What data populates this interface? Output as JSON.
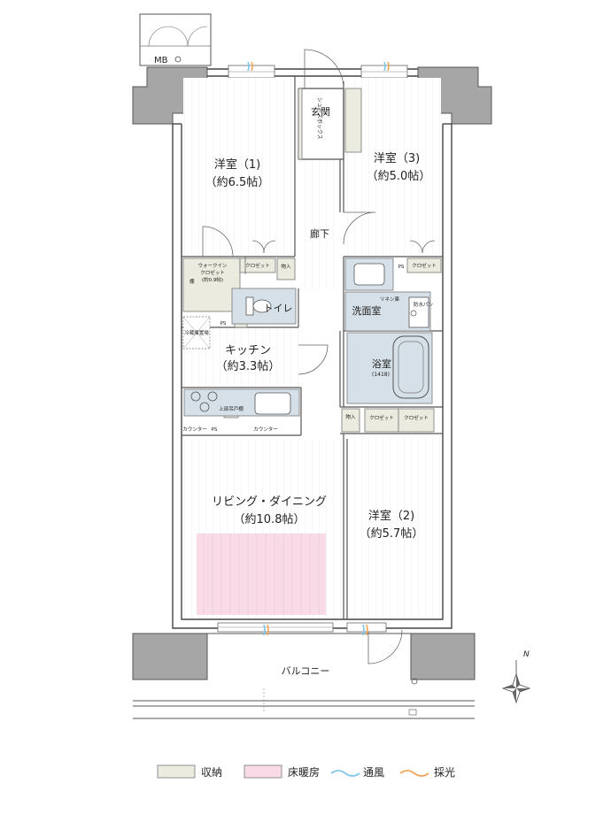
{
  "rooms": {
    "youshitsu1": {
      "name": "洋室（1)",
      "size": "（約6.5帖）"
    },
    "youshitsu3": {
      "name": "洋室（3)",
      "size": "（約5.0帖）"
    },
    "youshitsu2": {
      "name": "洋室（2)",
      "size": "（約5.7帖）"
    },
    "kitchen": {
      "name": "キッチン",
      "size": "（約3.3帖）"
    },
    "living": {
      "name": "リビング・ダイニング",
      "size": "（約10.8帖）"
    },
    "genkan": "玄関",
    "rouka": "廊下",
    "toilet": "トイレ",
    "senmen": "洗面室",
    "yokushitsu": "浴室",
    "yokushitsu_size": "(1418)",
    "balcony": "バルコニー"
  },
  "labels": {
    "mb": "MB",
    "shoebox": "シューズボックス",
    "walkin_closet": "ウォークイン",
    "walkin_closet2": "クロゼット",
    "walkin_size": "(約0.9帖)",
    "closet": "クロゼット",
    "mono": "物入",
    "ps": "PS",
    "counter": "カウンター",
    "reizouko": "冷蔵庫置場",
    "tana": "棚",
    "linen": "リネン庫",
    "bousui": "防水パン",
    "joubu_toda": "上部吊戸棚",
    "north": "N"
  },
  "legend": [
    {
      "label": "収納",
      "color": "#ecebdf"
    },
    {
      "label": "床暖房",
      "color": "#f8dbe6"
    },
    {
      "label": "通風",
      "color": "#7fc6e8"
    },
    {
      "label": "採光",
      "color": "#f2a65a"
    }
  ]
}
